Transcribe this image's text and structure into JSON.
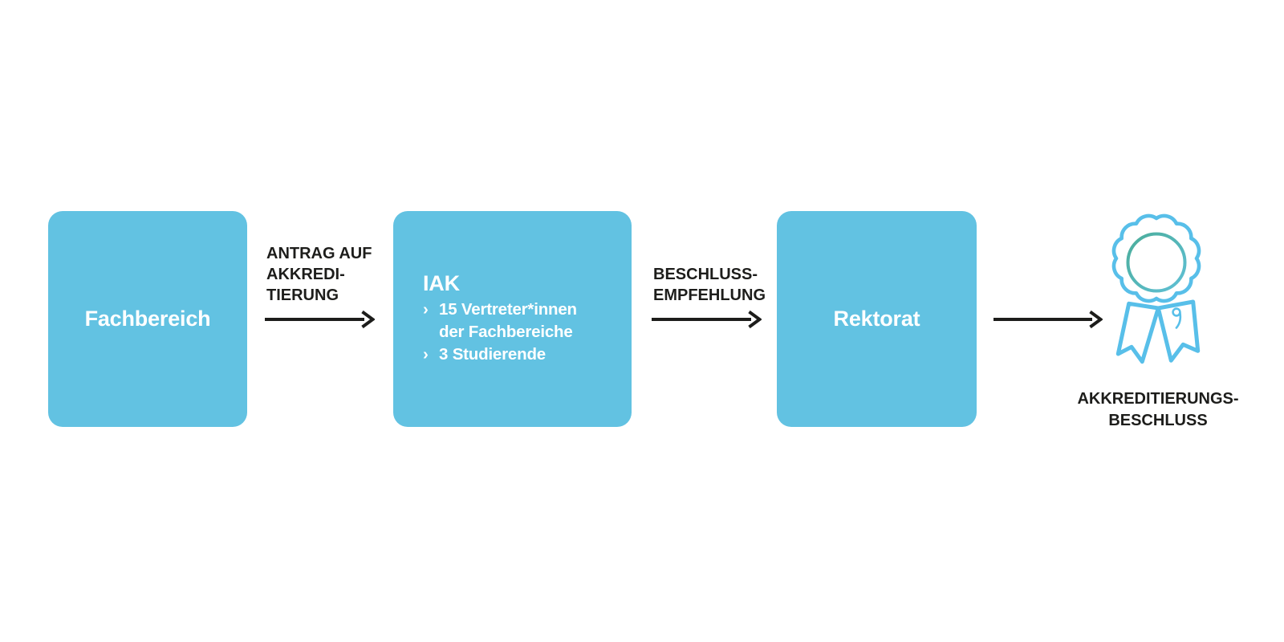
{
  "diagram": {
    "background": "#FFFFFF",
    "palette": {
      "node_fill": "#62C2E2",
      "node_text": "#FFFFFF",
      "label_text": "#1D1D1B",
      "arrow": "#1D1D1B",
      "badge_outline": "#58BFE9",
      "badge_ring_teal": "#4BAD9A",
      "badge_ring_blue": "#5FC0D6"
    },
    "nodes": {
      "fachbereich": {
        "label": "Fachbereich"
      },
      "iak": {
        "title": "IAK",
        "bullet": "›",
        "members": [
          {
            "lines": [
              "15 Vertreter*innen",
              "der Fachbereiche"
            ]
          },
          {
            "lines": [
              "3 Studierende"
            ]
          }
        ]
      },
      "rektorat": {
        "label": "Rektorat"
      }
    },
    "arrows": {
      "antrag": {
        "label_lines": [
          "ANTRAG AUF",
          "AKKREDI-",
          "TIERUNG"
        ]
      },
      "beschluss": {
        "label_lines": [
          "BESCHLUSS-",
          "EMPFEHLUNG"
        ]
      },
      "final": {
        "label_lines": []
      }
    },
    "result": {
      "icon": "award-rosette-icon",
      "label_lines": [
        "AKKREDITIERUNGS-",
        "BESCHLUSS"
      ]
    }
  }
}
